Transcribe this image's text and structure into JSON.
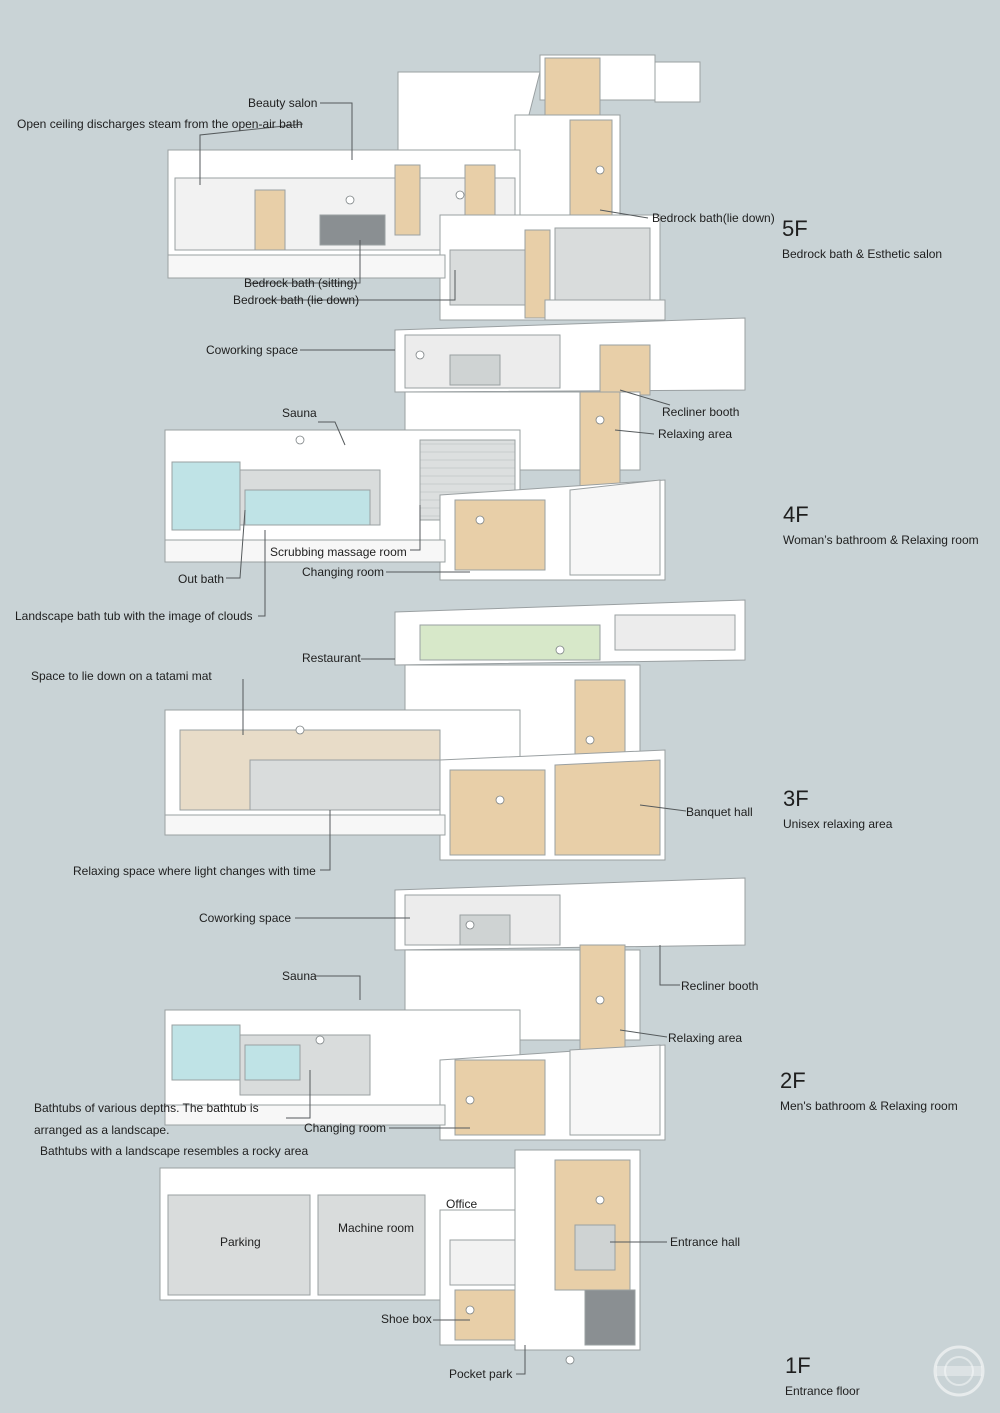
{
  "floors": [
    {
      "level": "5F",
      "name": "Bedrock bath & Esthetic salon"
    },
    {
      "level": "4F",
      "name": "Woman’s bathroom & Relaxing room"
    },
    {
      "level": "3F",
      "name": "Unisex relaxing area"
    },
    {
      "level": "2F",
      "name": "Men's bathroom & Relaxing room"
    },
    {
      "level": "1F",
      "name": "Entrance floor"
    }
  ],
  "labels": {
    "f5": {
      "beauty_salon": "Beauty salon",
      "open_ceiling": "Open ceiling discharges steam from the open-air bath",
      "bedrock_lie_right": "Bedrock bath(lie down)",
      "bedrock_sitting": "Bedrock bath (sitting)",
      "bedrock_lie": "Bedrock bath (lie down)"
    },
    "f4": {
      "coworking": "Coworking space",
      "recliner": "Recliner booth",
      "sauna": "Sauna",
      "relaxing_area": "Relaxing area",
      "scrubbing": "Scrubbing massage room",
      "changing": "Changing room",
      "out_bath": "Out bath",
      "landscape_tub": "Landscape bath tub with the image of clouds"
    },
    "f3": {
      "restaurant": "Restaurant",
      "tatami": "Space to lie down on a tatami mat",
      "banquet": "Banquet hall",
      "relaxing_light": "Relaxing space where light changes with time"
    },
    "f2": {
      "coworking": "Coworking space",
      "sauna": "Sauna",
      "recliner": "Recliner booth",
      "relaxing_area": "Relaxing area",
      "bathtubs_depths": "Bathtubs of various depths. The bathtub is arranged as a landscape.",
      "changing": "Changing room",
      "bathtubs_rocky": "Bathtubs with a landscape resembles a rocky area"
    },
    "f1": {
      "office": "Office",
      "parking": "Parking",
      "machine": "Machine room",
      "entrance_hall": "Entrance hall",
      "shoe_box": "Shoe box",
      "pocket_park": "Pocket park"
    }
  },
  "colors": {
    "background": "#c9d3d6",
    "wall": "#ffffff",
    "floor_wood": "#e8cfa8",
    "floor_grey": "#d9dcdc",
    "water": "#bfe3e6",
    "grass": "#d7e8c9",
    "stone": "#8a8f92"
  },
  "watermark_icon": "archdaily-watermark-icon"
}
